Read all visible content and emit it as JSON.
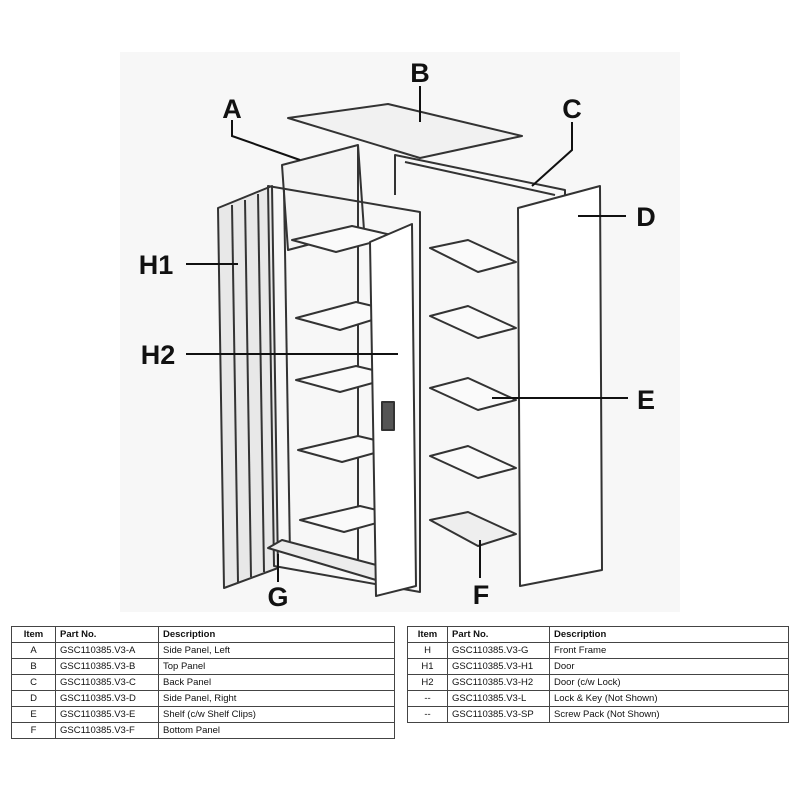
{
  "callouts": {
    "A": "A",
    "B": "B",
    "C": "C",
    "D": "D",
    "E": "E",
    "F": "F",
    "G": "G",
    "H1": "H1",
    "H2": "H2"
  },
  "tables": {
    "left": {
      "headers": {
        "item": "Item",
        "part": "Part No.",
        "desc": "Description"
      },
      "rows": [
        {
          "item": "A",
          "part": "GSC110385.V3-A",
          "desc": "Side Panel, Left"
        },
        {
          "item": "B",
          "part": "GSC110385.V3-B",
          "desc": "Top Panel"
        },
        {
          "item": "C",
          "part": "GSC110385.V3-C",
          "desc": "Back Panel"
        },
        {
          "item": "D",
          "part": "GSC110385.V3-D",
          "desc": "Side Panel, Right"
        },
        {
          "item": "E",
          "part": "GSC110385.V3-E",
          "desc": "Shelf (c/w Shelf Clips)"
        },
        {
          "item": "F",
          "part": "GSC110385.V3-F",
          "desc": "Bottom Panel"
        }
      ]
    },
    "right": {
      "headers": {
        "item": "Item",
        "part": "Part No.",
        "desc": "Description"
      },
      "rows": [
        {
          "item": "H",
          "part": "GSC110385.V3-G",
          "desc": "Front Frame"
        },
        {
          "item": "H1",
          "part": "GSC110385.V3-H1",
          "desc": "Door"
        },
        {
          "item": "H2",
          "part": "GSC110385.V3-H2",
          "desc": "Door (c/w Lock)"
        },
        {
          "item": "--",
          "part": "GSC110385.V3-L",
          "desc": "Lock & Key (Not Shown)"
        },
        {
          "item": "--",
          "part": "GSC110385.V3-SP",
          "desc": "Screw Pack (Not Shown)"
        }
      ]
    }
  }
}
